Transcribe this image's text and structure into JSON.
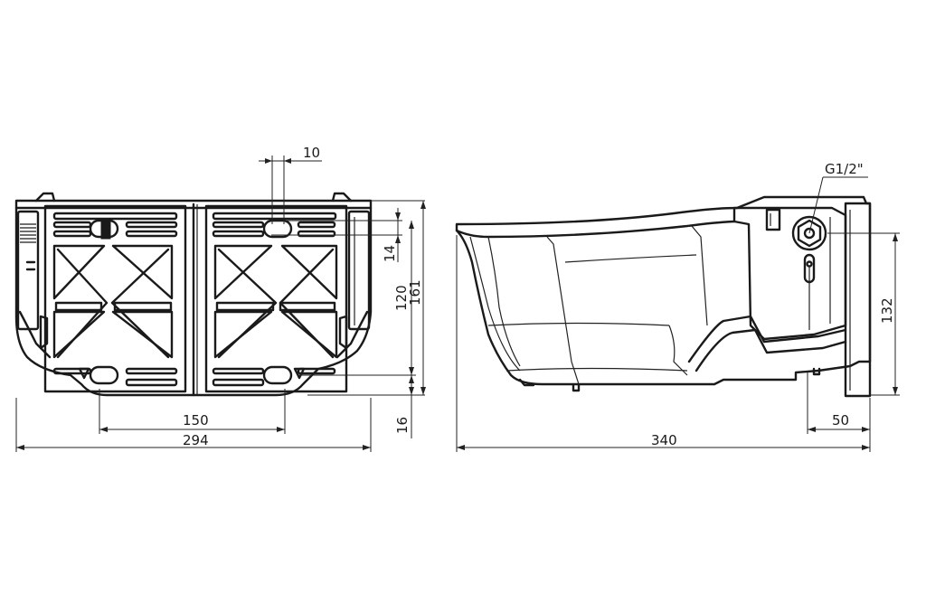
{
  "dimensions": {
    "front_view": {
      "width_total": "294",
      "mount_spacing": "150",
      "slot_width": "10",
      "slot_offset": "14",
      "mount_height": "120",
      "total_height": "161",
      "base_offset": "16"
    },
    "side_view": {
      "length_total": "340",
      "inlet_height": "132",
      "bracket_depth": "50",
      "thread": "G1/2\""
    }
  }
}
